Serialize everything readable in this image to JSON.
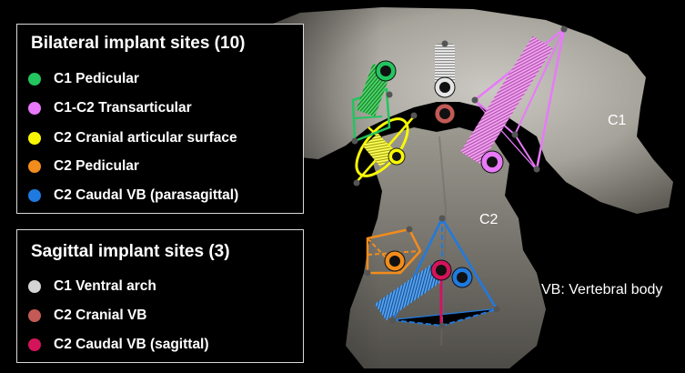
{
  "legend_bilateral": {
    "title": "Bilateral implant sites (10)",
    "items": [
      {
        "label": "C1 Pedicular",
        "color": "#22c55e"
      },
      {
        "label": "C1-C2 Transarticular",
        "color": "#e879f9"
      },
      {
        "label": "C2  Cranial articular surface",
        "color": "#f8f804"
      },
      {
        "label": "C2 Pedicular",
        "color": "#f28c1c"
      },
      {
        "label": "C2 Caudal VB (parasagittal)",
        "color": "#1f7ae0"
      }
    ]
  },
  "legend_sagittal": {
    "title": "Sagittal implant sites (3)",
    "items": [
      {
        "label": "C1 Ventral arch",
        "color": "#d4d4d4"
      },
      {
        "label": "C2 Cranial VB",
        "color": "#c45a55"
      },
      {
        "label": "C2 Caudal VB (sagittal)",
        "color": "#d4145a"
      }
    ]
  },
  "labels": {
    "c1": "C1",
    "c2": "C2",
    "vb_note": "VB: Vertebral body"
  }
}
